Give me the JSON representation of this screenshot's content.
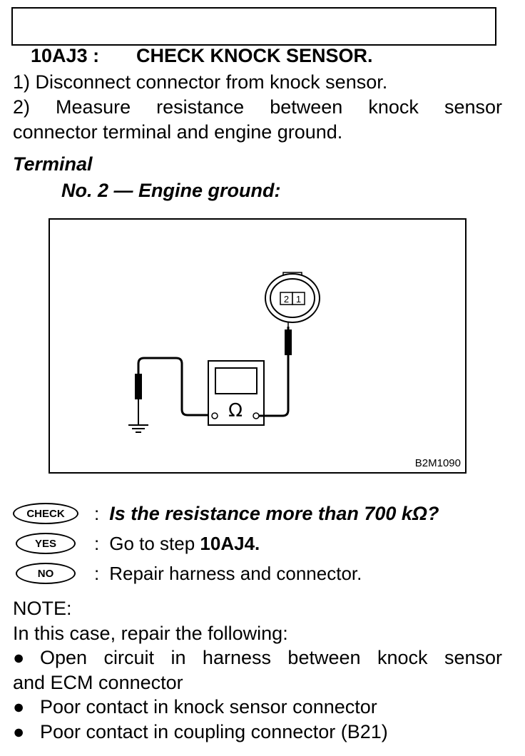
{
  "header": {
    "code": "10AJ3 :",
    "title": "CHECK KNOCK SENSOR."
  },
  "steps": [
    "1)  Disconnect connector from knock sensor.",
    "2) Measure resistance between knock sensor",
    "connector terminal and engine ground."
  ],
  "terminal": {
    "heading": "Terminal",
    "sub": "No. 2 — Engine ground:"
  },
  "figure": {
    "id": "B2M1090",
    "terminal_labels": [
      "2",
      "1"
    ],
    "meter_symbol": "Ω"
  },
  "qa": {
    "check": {
      "badge": "CHECK",
      "text": "Is the resistance more than 700 kΩ?"
    },
    "yes": {
      "badge": "YES",
      "text_prefix": "Go to step ",
      "text_step": "10AJ4",
      "text_suffix": "."
    },
    "no": {
      "badge": "NO",
      "text": "Repair harness and connector."
    },
    "colon": ":"
  },
  "note": {
    "label": "NOTE:",
    "intro": "In this case, repair the following:",
    "bullet_symbol": "●",
    "bullets": [
      {
        "line1": "Open circuit in harness between knock sensor",
        "line2": "and ECM connector"
      },
      {
        "line1": "Poor contact in knock sensor connector"
      },
      {
        "line1": "Poor contact in coupling connector (B21)"
      }
    ]
  }
}
